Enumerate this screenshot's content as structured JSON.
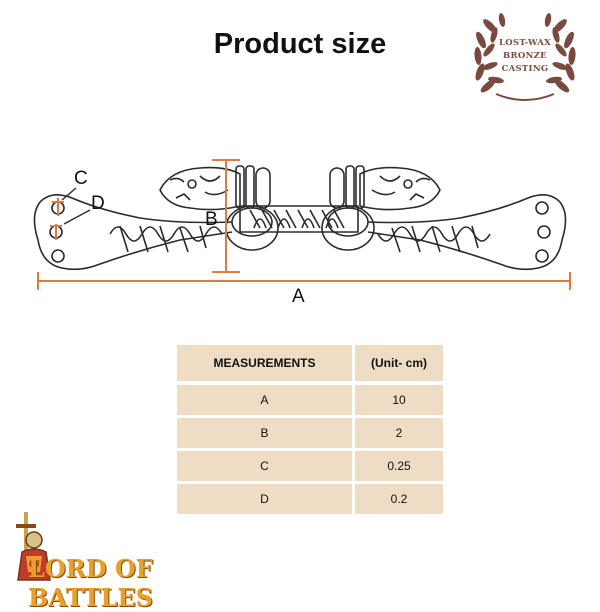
{
  "title": "Product size",
  "seal": {
    "lines": [
      "LOST-WAX",
      "BRONZE",
      "CASTING"
    ],
    "color": "#7a4a40"
  },
  "diagram": {
    "labels": {
      "a": "A",
      "b": "B",
      "c": "C",
      "d": "D"
    },
    "dimension_color": "#e07a45",
    "line_color": "#2b2b2b"
  },
  "table": {
    "headers": [
      "MEASUREMENTS",
      "(Unit- cm)"
    ],
    "rows": [
      {
        "label": "A",
        "value": "10"
      },
      {
        "label": "B",
        "value": "2"
      },
      {
        "label": "C",
        "value": "0.25"
      },
      {
        "label": "D",
        "value": "0.2"
      }
    ],
    "cell_color": "#efdcc5"
  },
  "logo": {
    "text": "LORD OF BATTLES",
    "color": "#e8a02a"
  }
}
